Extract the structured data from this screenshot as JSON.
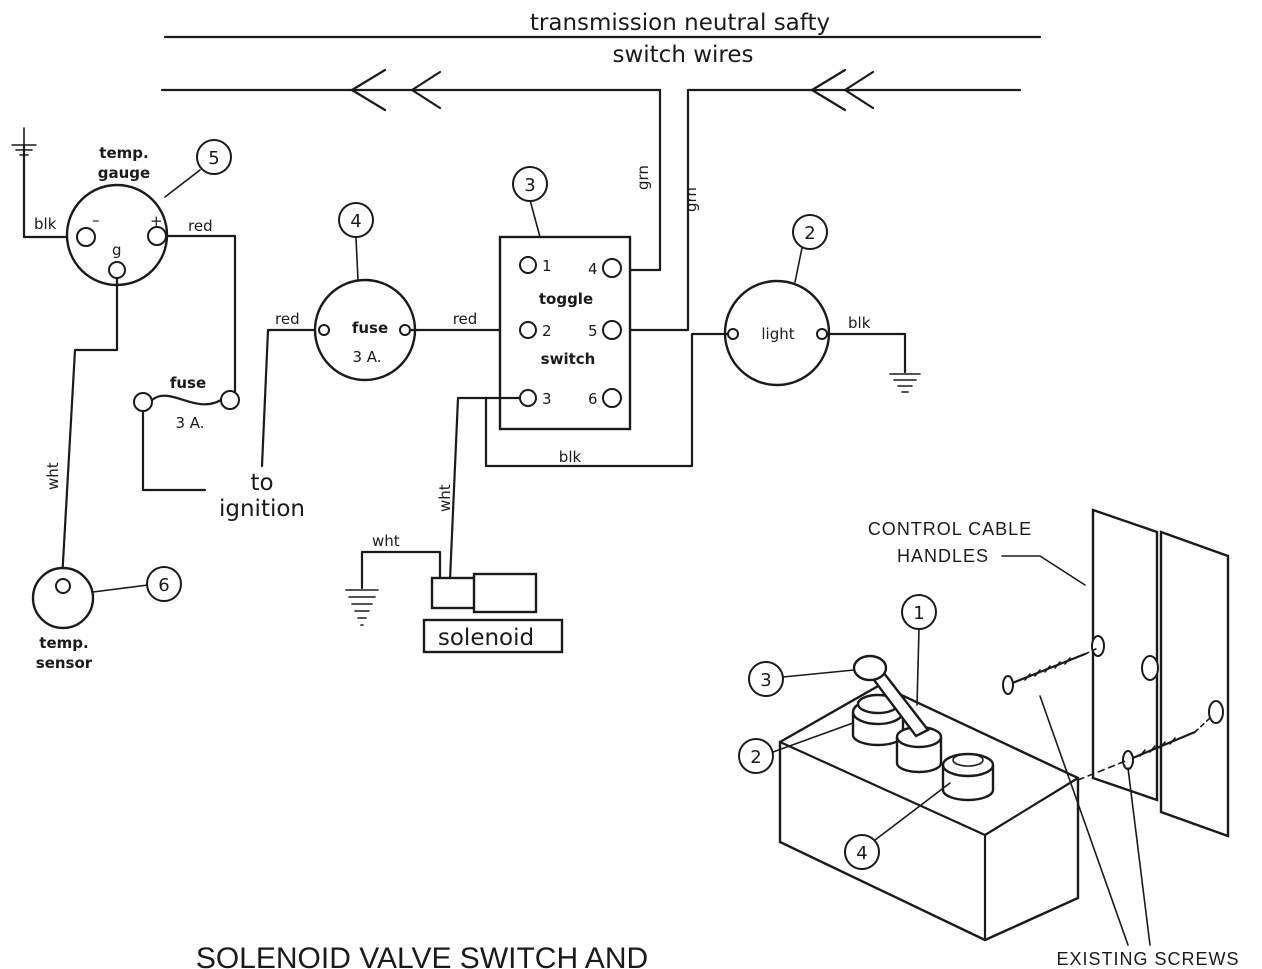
{
  "header": {
    "line1": "transmission neutral safty",
    "line2": "switch wires"
  },
  "wires": {
    "grn": "grn",
    "red": "red",
    "blk": "blk",
    "wht": "wht"
  },
  "gauge": {
    "number": "5",
    "label1": "temp.",
    "label2": "gauge",
    "minus": "–",
    "plus": "+",
    "g": "g"
  },
  "inline_fuse": {
    "label": "fuse",
    "rating": "3 A."
  },
  "ignition": {
    "line1": "to",
    "line2": "ignition"
  },
  "fuse_holder": {
    "number": "4",
    "label": "fuse",
    "rating": "3 A."
  },
  "toggle": {
    "number": "3",
    "label1": "toggle",
    "label2": "switch",
    "terminals": [
      "1",
      "2",
      "3",
      "4",
      "5",
      "6"
    ]
  },
  "light": {
    "number": "2",
    "label": "light"
  },
  "solenoid": {
    "label": "solenoid"
  },
  "sensor": {
    "number": "6",
    "label1": "temp.",
    "label2": "sensor"
  },
  "assembly": {
    "callouts": [
      "1",
      "2",
      "3",
      "4"
    ],
    "control_cable_line1": "CONTROL CABLE",
    "control_cable_line2": "HANDLES",
    "existing_screws": "EXISTING SCREWS"
  },
  "title": "SOLENOID VALVE SWITCH AND"
}
